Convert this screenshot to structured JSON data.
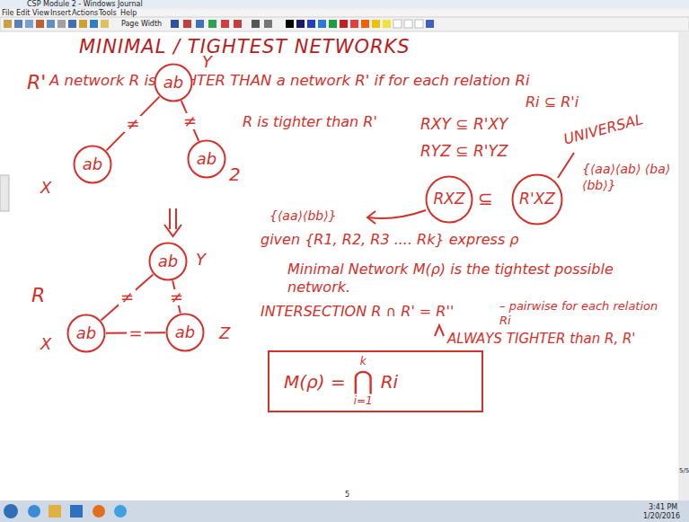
{
  "diagram": {
    "title": "MINIMAL / TIGHTEST NETWORKS",
    "nodes": [
      {
        "text": [
          "ab"
        ]
      },
      {
        "text": [
          "ab"
        ]
      },
      {
        "text": [
          "ab"
        ]
      },
      {
        "text": [
          "ab"
        ]
      },
      {
        "text": [
          "ab"
        ]
      },
      {
        "text": [
          "ab"
        ]
      },
      {
        "text": [
          "RXZ"
        ]
      },
      {
        "text": [
          "R'XZ"
        ]
      },
      {
        "text": [
          "M(ρ) =",
          "k",
          "⋂",
          "i=1",
          "Ri"
        ]
      }
    ],
    "edges": [
      {
        "from": 0,
        "to": 1,
        "label": "≠",
        "arrow": "none"
      },
      {
        "from": 0,
        "to": 2,
        "label": "≠",
        "arrow": "none"
      },
      {
        "from": 3,
        "to": 4,
        "label": "≠",
        "arrow": "none"
      },
      {
        "from": 3,
        "to": 5,
        "label": "≠",
        "arrow": "none"
      },
      {
        "from": 4,
        "to": 5,
        "label": "=",
        "arrow": "none"
      }
    ],
    "labels": [
      "CSP Module 2 - Windows Journal",
      "File",
      "Edit",
      "View",
      "Insert",
      "Actions",
      "Tools",
      "Help",
      "Page Width",
      "A network R is TIGHTER THAN a network R' if for each relation Ri",
      "Ri ⊆ R'i",
      "R'",
      "Y",
      "X",
      "2",
      "R",
      "Y",
      "X",
      "Z",
      "R is tighter than R'",
      "RXY ⊆ R'XY",
      "RYZ ⊆ R'YZ",
      "⊆",
      "UNIVERSAL",
      "{⟨aa⟩⟨ab⟩ ⟨ba⟩⟨bb⟩}",
      "{⟨aa⟩⟨bb⟩}",
      "given {R1, R2, R3 .... Rk} express ρ",
      "Minimal Network M(ρ) is the tightest possible network.",
      "INTERSECTION R ∩ R' = R''",
      "– pairwise for each relation Ri",
      "ALWAYS TIGHTER than R, R'",
      "5",
      "5/5",
      "3:41 PM",
      "1/20/2016"
    ]
  }
}
